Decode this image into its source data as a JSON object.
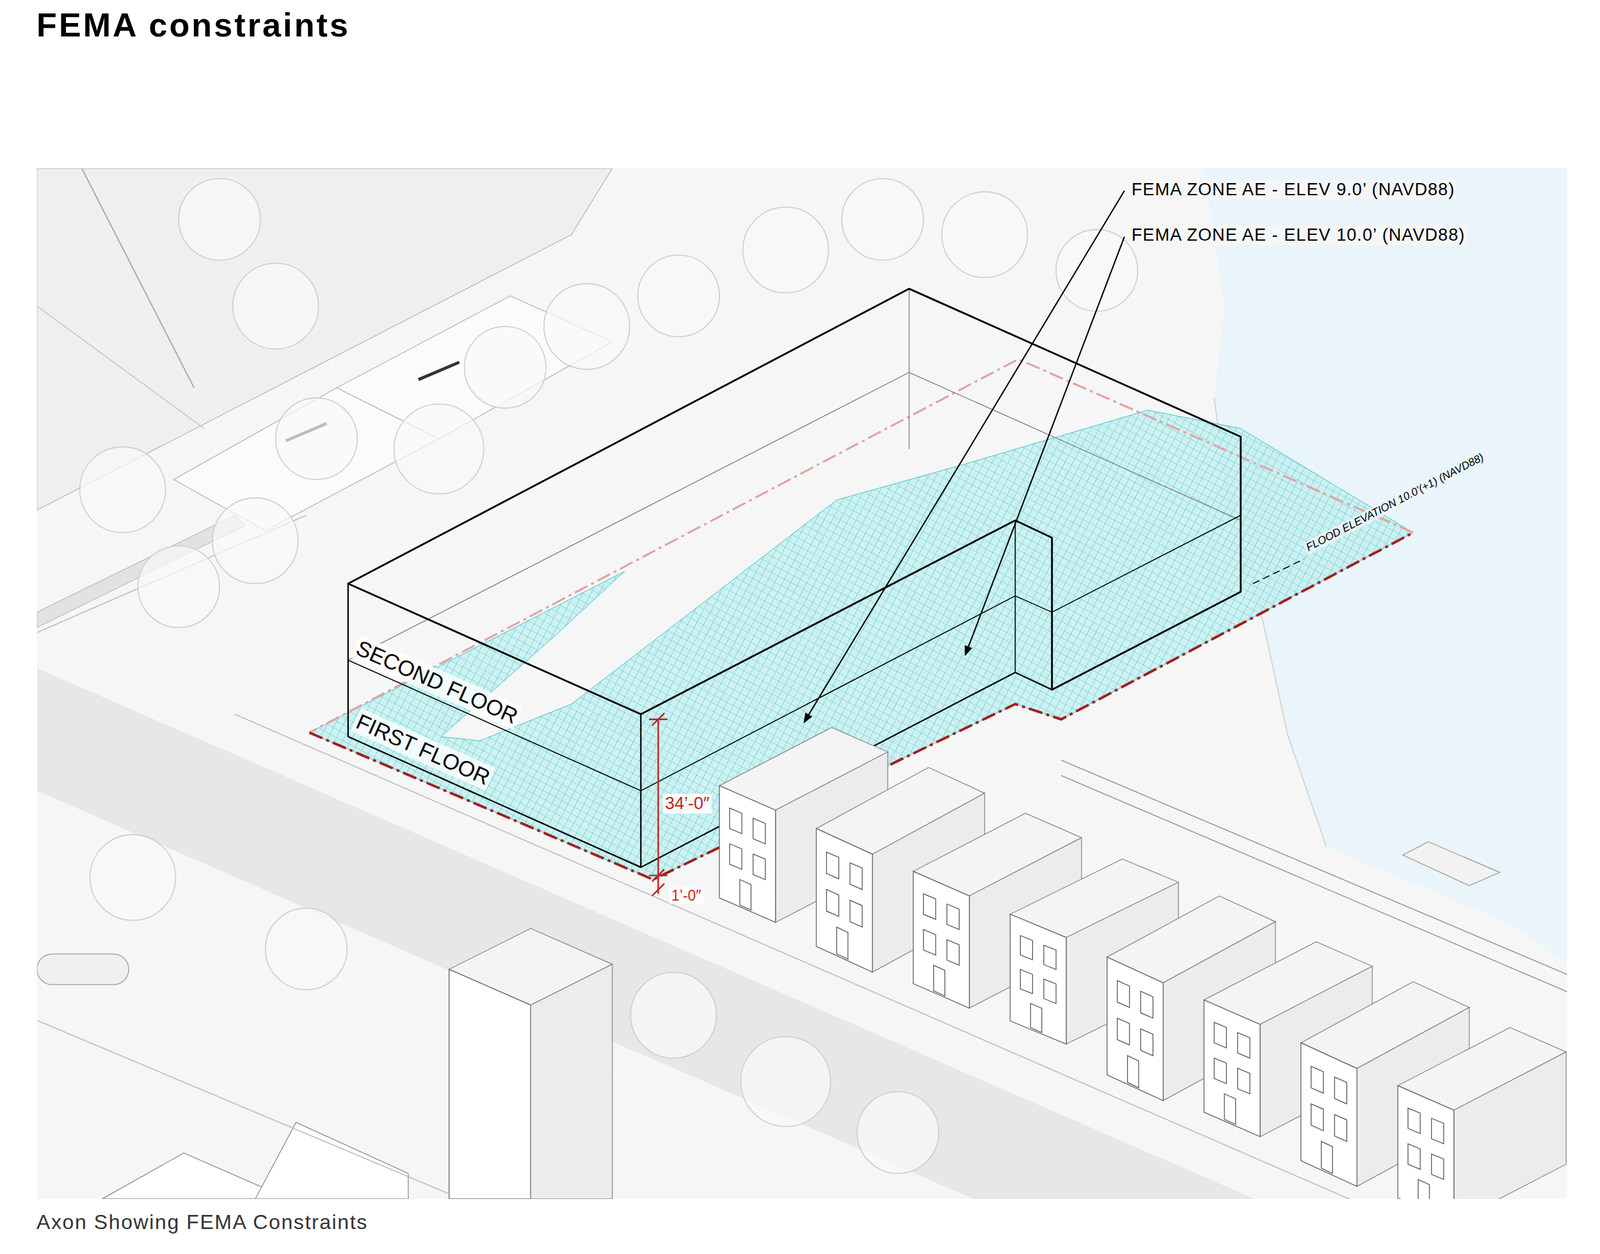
{
  "diagram": {
    "title": "FEMA constraints",
    "caption": "Axon Showing FEMA Constraints",
    "labels": [
      "FEMA ZONE AE - ELEV 9.0’ (NAVD88)",
      "FEMA ZONE AE - ELEV 10.0’ (NAVD88)",
      "FLOOD ELEVATION 10.0’(+1) (NAVD88)",
      "SECOND FLOOR",
      "FIRST FLOOR",
      "34’-0″",
      "1’-0″"
    ]
  }
}
